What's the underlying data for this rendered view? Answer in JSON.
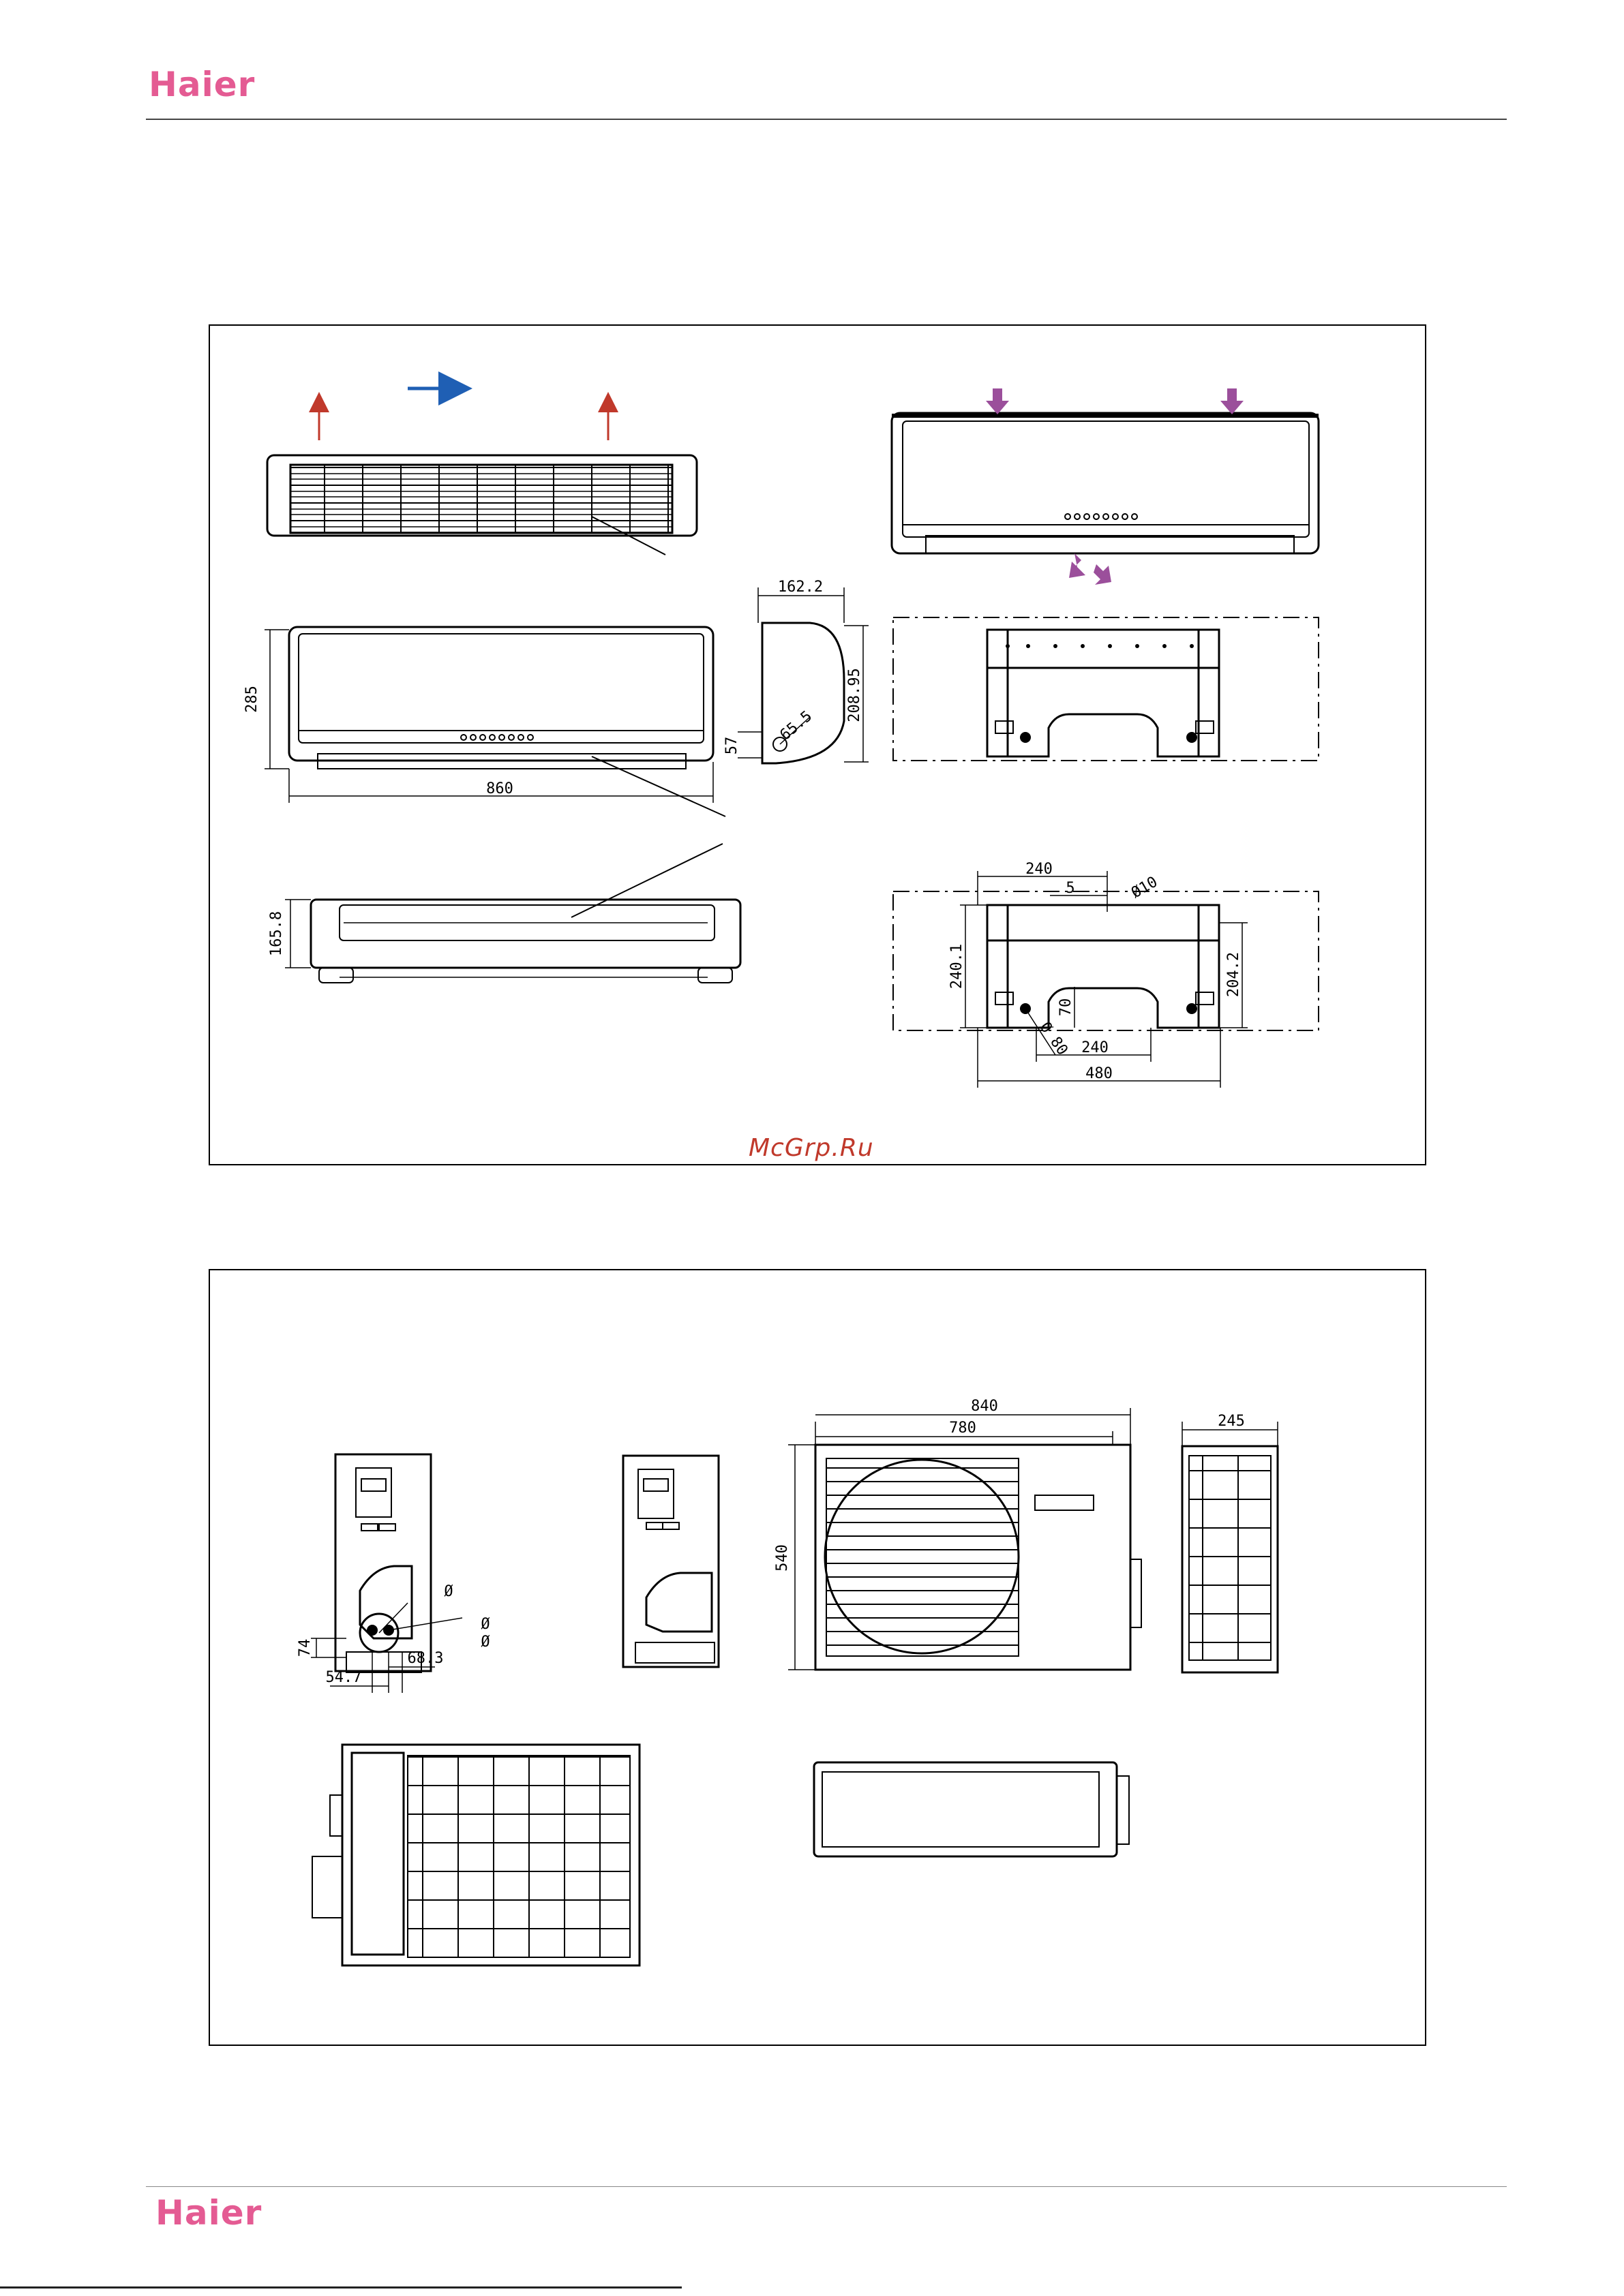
{
  "header": {
    "logo_text": "Haier"
  },
  "footer": {
    "logo_text": "Haier"
  },
  "watermark": "McGrp.Ru",
  "indoor_unit": {
    "dimensions": {
      "depth": "162.2",
      "height": "285",
      "width": "860",
      "side_height": "208.95",
      "pipe_offset": "57",
      "pipe_diameter": "65.5",
      "bottom_depth": "165.8"
    },
    "mounting_plate": {
      "hole_spacing_top": "240",
      "offset": "5",
      "hole_diameter": "Ø10",
      "left_height": "240.1",
      "right_height": "204.2",
      "center_height": "70",
      "pipe_hole": "Ø 80",
      "hole_spacing_bottom": "240",
      "total_width": "480"
    }
  },
  "outdoor_unit": {
    "dimensions": {
      "width": "840",
      "fan_width": "780",
      "height": "540",
      "depth": "245",
      "valve_height": "74",
      "valve_left": "54.7",
      "valve_right": "68.3"
    },
    "valve_symbols": [
      "Ø",
      "Ø",
      "Ø"
    ]
  },
  "colors": {
    "brand": "#e45b93",
    "airflow_in": "#9b4f9b",
    "airflow_out": "#c0392b",
    "airflow_side": "#1f5fb4"
  }
}
